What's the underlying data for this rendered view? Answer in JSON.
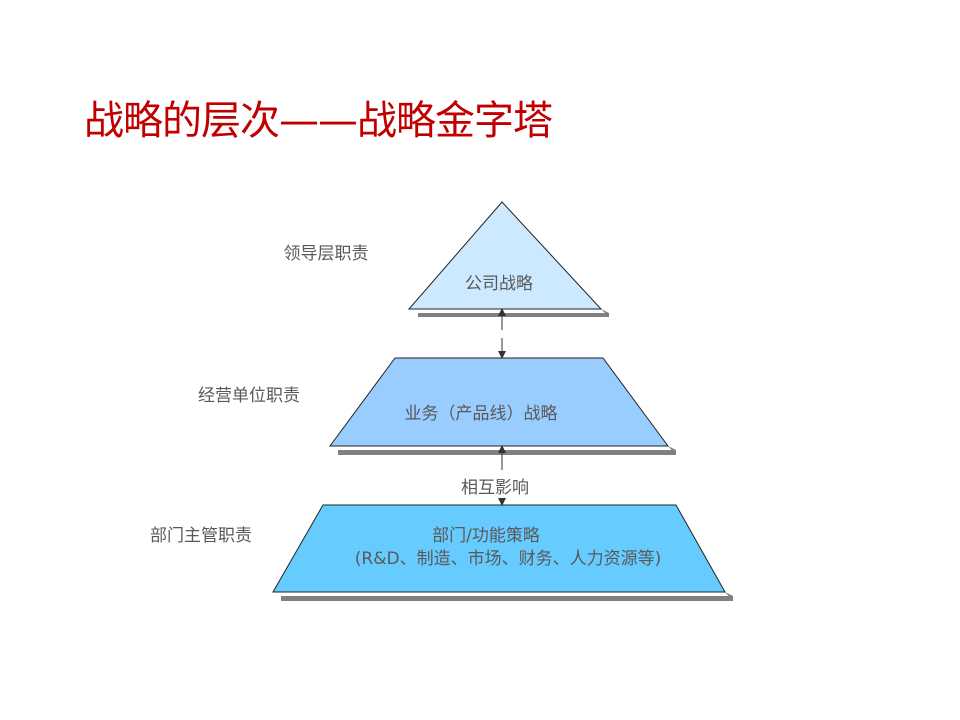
{
  "title": "战略的层次——战略金字塔",
  "colors": {
    "title": "#C00000",
    "level1": "#CCE9FF",
    "level2": "#99CCFF",
    "level3": "#66CCFF",
    "shadow": "#808080"
  },
  "levels": [
    {
      "side_label": "领导层职责",
      "text": "公司战略"
    },
    {
      "side_label": "经营单位职责",
      "text": "业务（产品线）战略"
    },
    {
      "side_label": "部门主管职责",
      "text": "部门/功能策略",
      "subtext": "(R&D、制造、市场、财务、人力资源等)"
    }
  ],
  "interaction_label": "相互影响"
}
